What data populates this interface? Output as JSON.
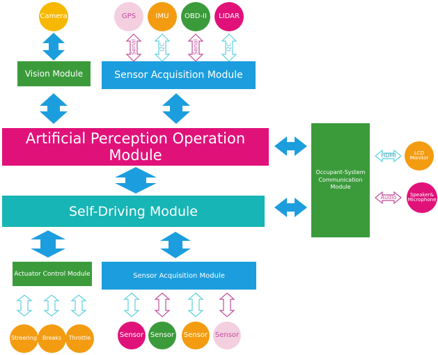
{
  "colors": {
    "green": "#3b9b3b",
    "blue": "#1c9ede",
    "magenta": "#e0127a",
    "teal": "#17b5b5",
    "orange": "#f39c12",
    "yellow": "#f6b800",
    "pink": "#f4cfe0",
    "arrow_blue": "#1c9ede",
    "outline_cyan": "#5bd0e0",
    "outline_pink": "#c24b9a"
  },
  "top": {
    "camera": "Camera",
    "gps": "GPS",
    "imu": "IMU",
    "obd": "OBD-II",
    "lidar": "LIDAR",
    "link_serial_1": "Serial",
    "link_i2c_1": "I2C",
    "link_serial_2": "Serial",
    "link_i2c_2": "I2C"
  },
  "modules": {
    "vision": "Vision Module",
    "sensor_acq_top": "Sensor Acquisition Module",
    "perception": "Artificial Perception Operation Module",
    "self_driving": "Self-Driving Module",
    "occupant": "Occupant-System Communication Module",
    "actuator": "Actuator Control Module",
    "sensor_acq_bottom": "Sensor Acquisition Module"
  },
  "right": {
    "hdmi": "HDMI",
    "lcd": "LCD Monitor",
    "audio": "Audio",
    "speaker": "Speaker& Microphone"
  },
  "bottom": {
    "steering": "Streering",
    "breaks": "Breaks",
    "throttle": "Throttle",
    "sensor_1": "Sensor",
    "sensor_2": "Sensor",
    "sensor_3": "Sensor",
    "sensor_4": "Sensor"
  }
}
